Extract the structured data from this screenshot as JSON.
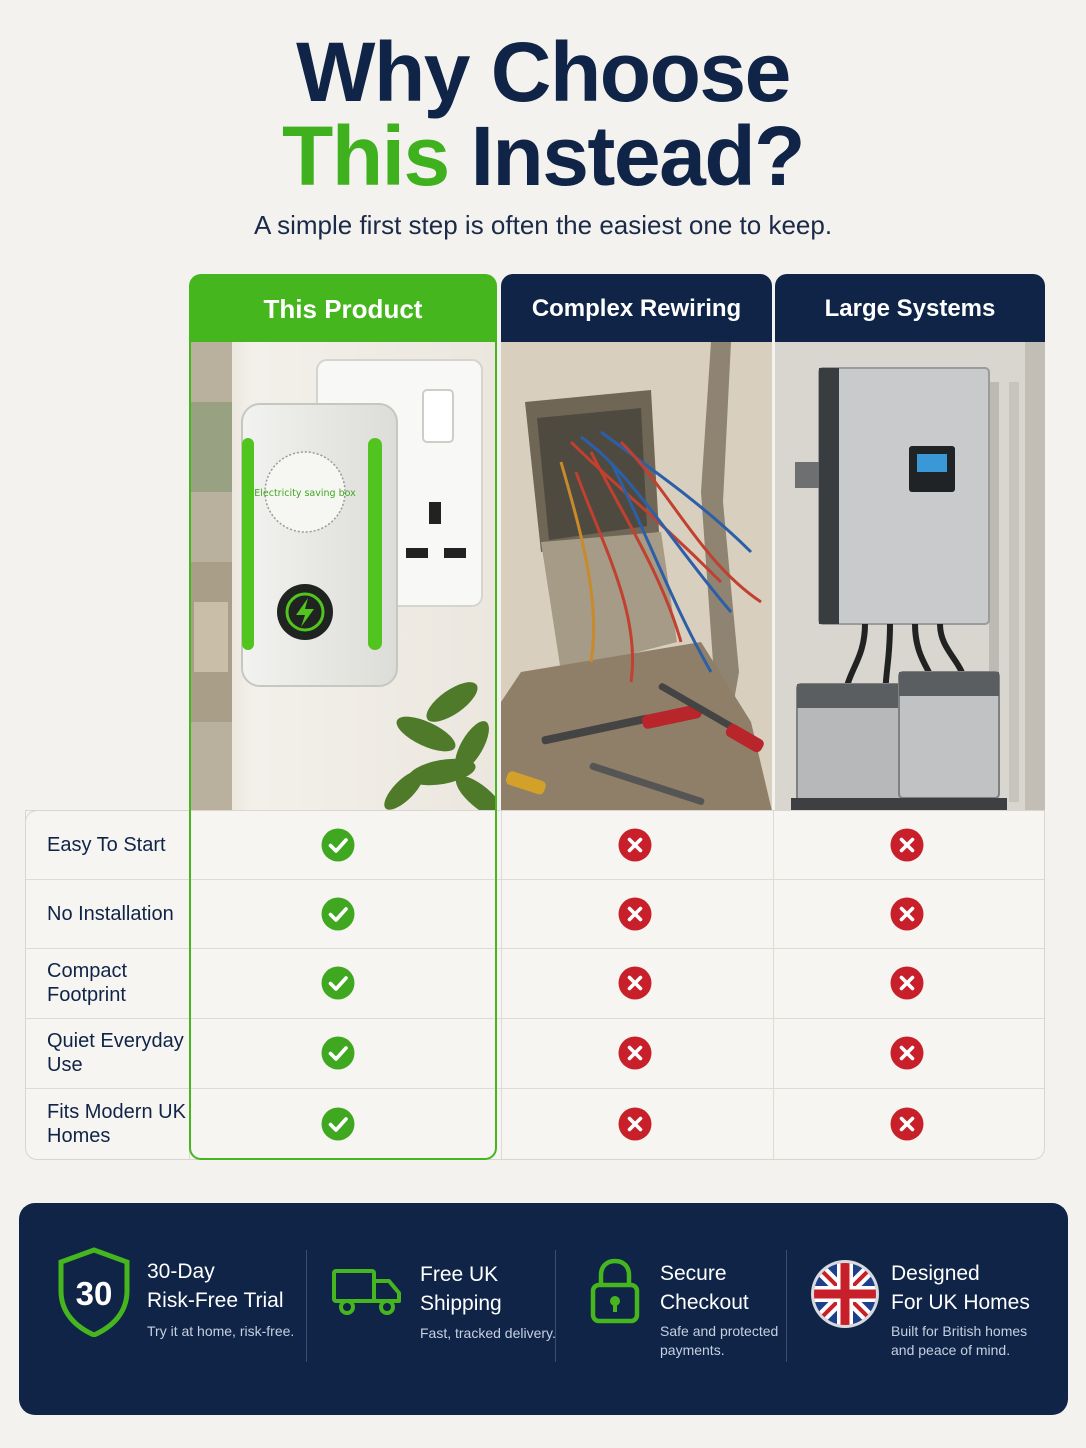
{
  "headline": {
    "line1": "Why Choose",
    "line2_highlight": "This",
    "line2_rest": "Instead?"
  },
  "subtitle": "A simple first step is often the easiest one to keep.",
  "columns": [
    {
      "label": "This Product",
      "photo": "plug-in-device-photo"
    },
    {
      "label": "Complex Rewiring",
      "photo": "exposed-wiring-photo"
    },
    {
      "label": "Large Systems",
      "photo": "wall-battery-system-photo"
    }
  ],
  "device_print": "Electricity saving box",
  "rows": [
    {
      "label": "Easy To Start",
      "product": "check",
      "rewiring": "cross",
      "systems": "cross"
    },
    {
      "label": "No Installation",
      "product": "check",
      "rewiring": "cross",
      "systems": "cross"
    },
    {
      "label": "Compact Footprint",
      "product": "check",
      "rewiring": "cross",
      "systems": "cross"
    },
    {
      "label": "Quiet Everyday Use",
      "product": "check",
      "rewiring": "cross",
      "systems": "cross"
    },
    {
      "label": "Fits Modern UK Homes",
      "product": "check",
      "rewiring": "cross",
      "systems": "cross"
    }
  ],
  "features": [
    {
      "icon": "shield-30-icon",
      "badge": "30",
      "title_line1": "30-Day",
      "title_line2": "Risk-Free Trial",
      "sub_line1": "Try it at home, risk-free.",
      "sub_line2": ""
    },
    {
      "icon": "delivery-truck-icon",
      "title_line1": "Free UK",
      "title_line2": "Shipping",
      "sub_line1": "Fast, tracked delivery.",
      "sub_line2": ""
    },
    {
      "icon": "padlock-icon",
      "title_line1": "Secure",
      "title_line2": "Checkout",
      "sub_line1": "Safe and protected",
      "sub_line2": "payments."
    },
    {
      "icon": "uk-flag-icon",
      "title_line1": "Designed",
      "title_line2": "For UK Homes",
      "sub_line1": "Built for British homes",
      "sub_line2": "and peace of mind."
    }
  ],
  "colors": {
    "navy": "#0f2447",
    "green": "#46b61f",
    "check": "#3fa820",
    "cross": "#c8202a",
    "background": "#f4f2ee"
  }
}
